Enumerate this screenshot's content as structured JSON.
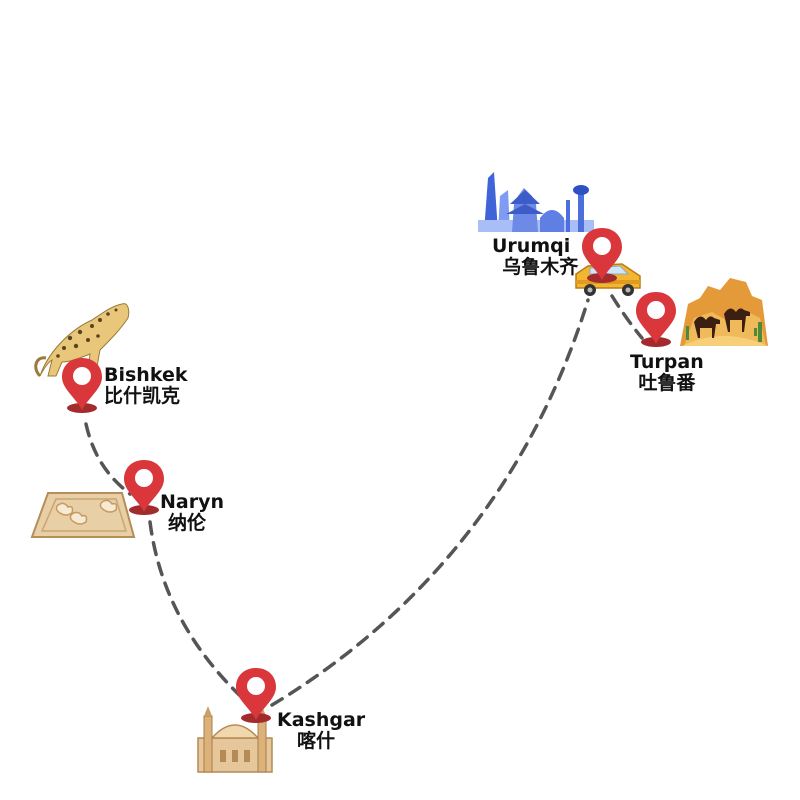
{
  "cities": {
    "bishkek": {
      "name_en": "Bishkek",
      "name_zh": "比什凯克"
    },
    "naryn": {
      "name_en": "Naryn",
      "name_zh": "纳伦"
    },
    "kashgar": {
      "name_en": "Kashgar",
      "name_zh": "喀什"
    },
    "urumqi": {
      "name_en": "Urumqi",
      "name_zh": "乌鲁木齐"
    },
    "turpan": {
      "name_en": "Turpan",
      "name_zh": "吐鲁番"
    }
  },
  "colors": {
    "marker": "#d9373b",
    "marker_shadow": "#a32a2d",
    "route": "#555555"
  },
  "icons": {
    "bishkek": "snow-leopard-icon",
    "naryn": "felt-carpet-icon",
    "kashgar": "mosque-icon",
    "urumqi": "city-skyline-icon",
    "urumqi_extra": "taxi-car-icon",
    "turpan": "desert-camel-icon"
  }
}
